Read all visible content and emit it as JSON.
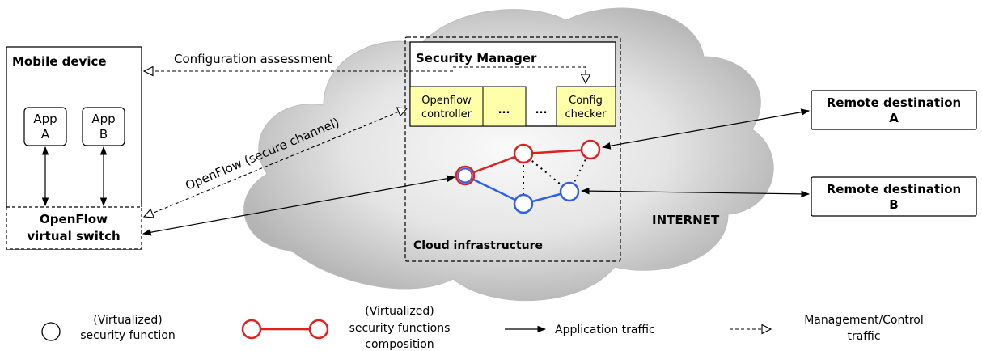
{
  "mobile": {
    "title": "Mobile device",
    "app_a": [
      "App",
      "A"
    ],
    "app_b": [
      "App",
      "B"
    ],
    "switch": [
      "OpenFlow",
      "virtual switch"
    ]
  },
  "links": {
    "config_assessment": "Configuration assessment",
    "openflow_channel": "OpenFlow (secure channel)"
  },
  "security_manager": {
    "title": "Security Manager",
    "modules": [
      {
        "lines": [
          "Openflow",
          "controller"
        ]
      },
      {
        "lines": [
          "..."
        ]
      },
      {
        "lines": [
          "..."
        ]
      },
      {
        "lines": [
          "Config",
          "checker"
        ]
      }
    ]
  },
  "cloud": {
    "label": "Cloud infrastructure",
    "internet": "INTERNET"
  },
  "remote": {
    "a": [
      "Remote destination",
      "A"
    ],
    "b": [
      "Remote destination",
      "B"
    ]
  },
  "legend": {
    "function": [
      "(Virtualized)",
      "security function"
    ],
    "composition": [
      "(Virtualized)",
      "security functions",
      "composition"
    ],
    "app_traffic": "Application traffic",
    "mgmt_traffic": [
      "Management/Control",
      "traffic"
    ]
  },
  "colors": {
    "red": "#e02020",
    "blue": "#3060e8",
    "module_fill": "#ffffaa",
    "cloud_fill": "#c9c9c9"
  }
}
